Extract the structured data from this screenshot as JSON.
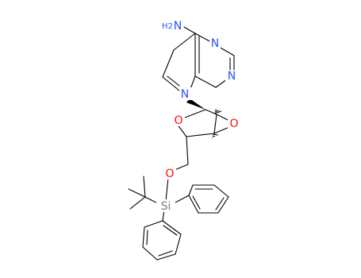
{
  "atoms": {
    "amine_n": {
      "text": "N",
      "color": "#3050f8"
    },
    "amine_h2": {
      "text": "H2",
      "color": "#3050f8"
    },
    "pyrimidine_n3": {
      "text": "N",
      "color": "#3050f8"
    },
    "pyrimidine_n1": {
      "text": "N",
      "color": "#3050f8"
    },
    "pyrrole_n7": {
      "text": "N",
      "color": "#3050f8"
    },
    "ring_oxygen": {
      "text": "O",
      "color": "#ff0d0d"
    },
    "epoxide_oxygen": {
      "text": "O",
      "color": "#ff0d0d"
    },
    "silyl_ether_oxygen": {
      "text": "O",
      "color": "#ff0d0d"
    },
    "silicon": {
      "text": "Si",
      "color": "#808080"
    }
  }
}
